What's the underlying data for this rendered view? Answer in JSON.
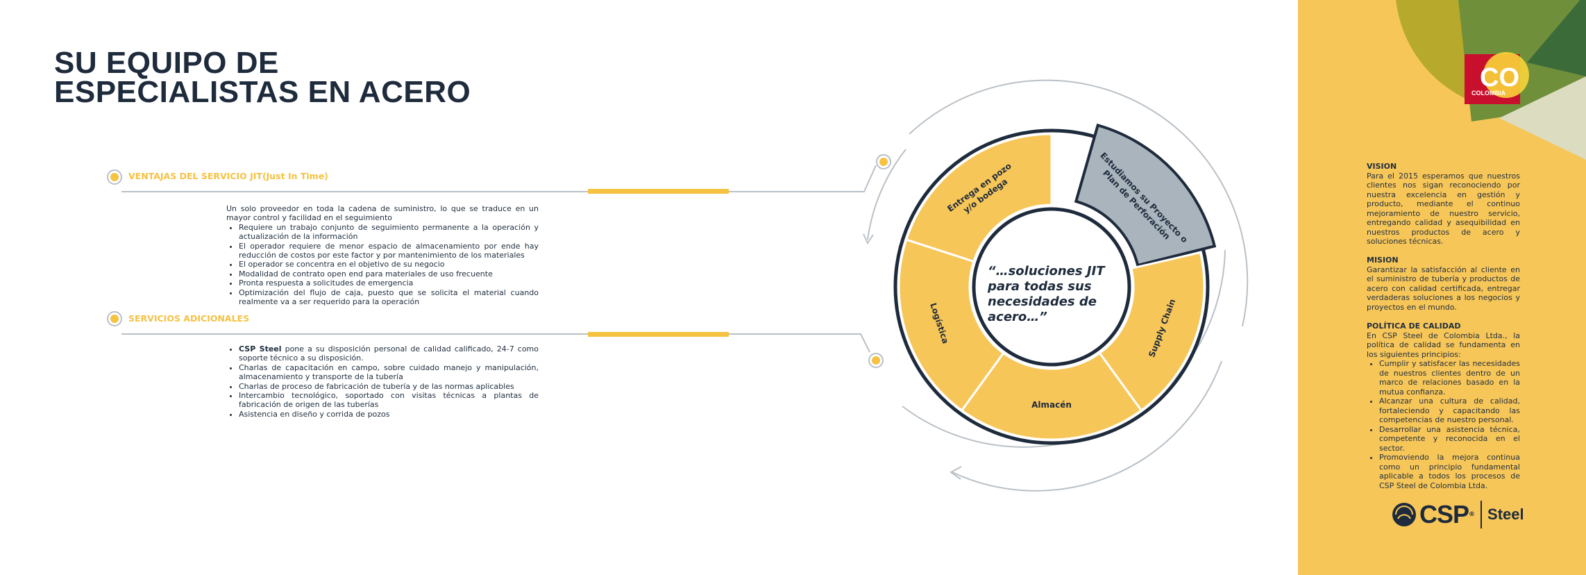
{
  "header": {
    "title_line1": "SU EQUIPO DE",
    "title_line2": "ESPECIALISTAS EN ACERO"
  },
  "sections": [
    {
      "label": "VENTAJAS DEL SERVICIO JIT(Just In Time)",
      "intro": "Un solo proveedor en toda la cadena de suministro, lo que se traduce en un mayor control y facilidad en el seguimiento",
      "items": [
        "Requiere un trabajo conjunto de seguimiento permanente a la operación y actualización de la información",
        "El operador requiere de menor espacio de almacenamiento por ende hay reducción de costos por este factor y por mantenimiento de los materiales",
        "El operador se concentra en el objetivo de su negocio",
        "Modalidad de contrato open end para materiales de uso frecuente",
        "Pronta respuesta a solicitudes de emergencia",
        "Optimización del flujo de caja, puesto que se solicita el material cuando realmente va a ser requerido para la operación"
      ]
    },
    {
      "label": "SERVICIOS ADICIONALES",
      "first_item_bold": "CSP Steel",
      "first_item_rest": " pone a su disposición personal de calidad calificado, 24-7 como soporte técnico a su disposición.",
      "items": [
        "Charlas de capacitación en campo, sobre cuidado manejo y manipulación, almacenamiento y transporte de la tubería",
        "Charlas de proceso de fabricación de tubería y de las normas aplicables",
        "Intercambio tecnológico, soportado con visitas técnicas a plantas de fabricación de origen de las tuberías",
        "Asistencia en diseño y corrida de pozos"
      ]
    }
  ],
  "cycle": {
    "center_text": "“…soluciones JIT para todas sus necesidades de acero…”",
    "segments": [
      "Estudiamos su Proyecto o Plan de Perforación",
      "Supply Chain",
      "Almacén",
      "Logística",
      "Entrega en pozo y/o bodega"
    ],
    "colors": {
      "segment": "#f7c659",
      "highlight": "#a9b4bd",
      "ring": "#1e2b3c",
      "accent": "#f5c242"
    }
  },
  "sidebar": {
    "badge_text": "CO",
    "badge_subtext": "COLOMBIA",
    "vision_title": "VISION",
    "vision_text": "Para el 2015 esperamos que nuestros clientes nos sigan reconociendo por nuestra excelencia en gestión y producto, mediante el continuo mejoramiento de nuestro servicio, entregando calidad y asequibilidad en nuestros productos de acero y soluciones técnicas.",
    "mision_title": "MISION",
    "mision_text": "Garantizar la satisfacción al cliente en el suministro de tubería y productos de acero con calidad certificada, entregar verdaderas soluciones a los negocios y proyectos en el mundo.",
    "politica_title": "POLÍTICA DE CALIDAD",
    "politica_text": "En CSP Steel de Colombia Ltda., la política de calidad se fundamenta en los siguientes principios:",
    "politica_items": [
      "Cumplir y satisfacer las necesidades de nuestros clientes dentro de un marco de relaciones basado en la mutua confianza.",
      "Alcanzar una cultura de calidad, fortaleciendo y capacitando las competencias de nuestro personal.",
      "Desarrollar una asistencia técnica, competente y reconocida en el sector.",
      "Promoviendo la mejora continua como un principio fundamental aplicable a todos los procesos de CSP Steel de Colombia Ltda."
    ],
    "logo_csp": "CSP",
    "logo_reg": "®",
    "logo_steel": "Steel",
    "colors": {
      "background": "#f7c659",
      "olive": "#b7a92b",
      "green": "#6f8f3a",
      "dark_green": "#3c6b3a"
    }
  }
}
